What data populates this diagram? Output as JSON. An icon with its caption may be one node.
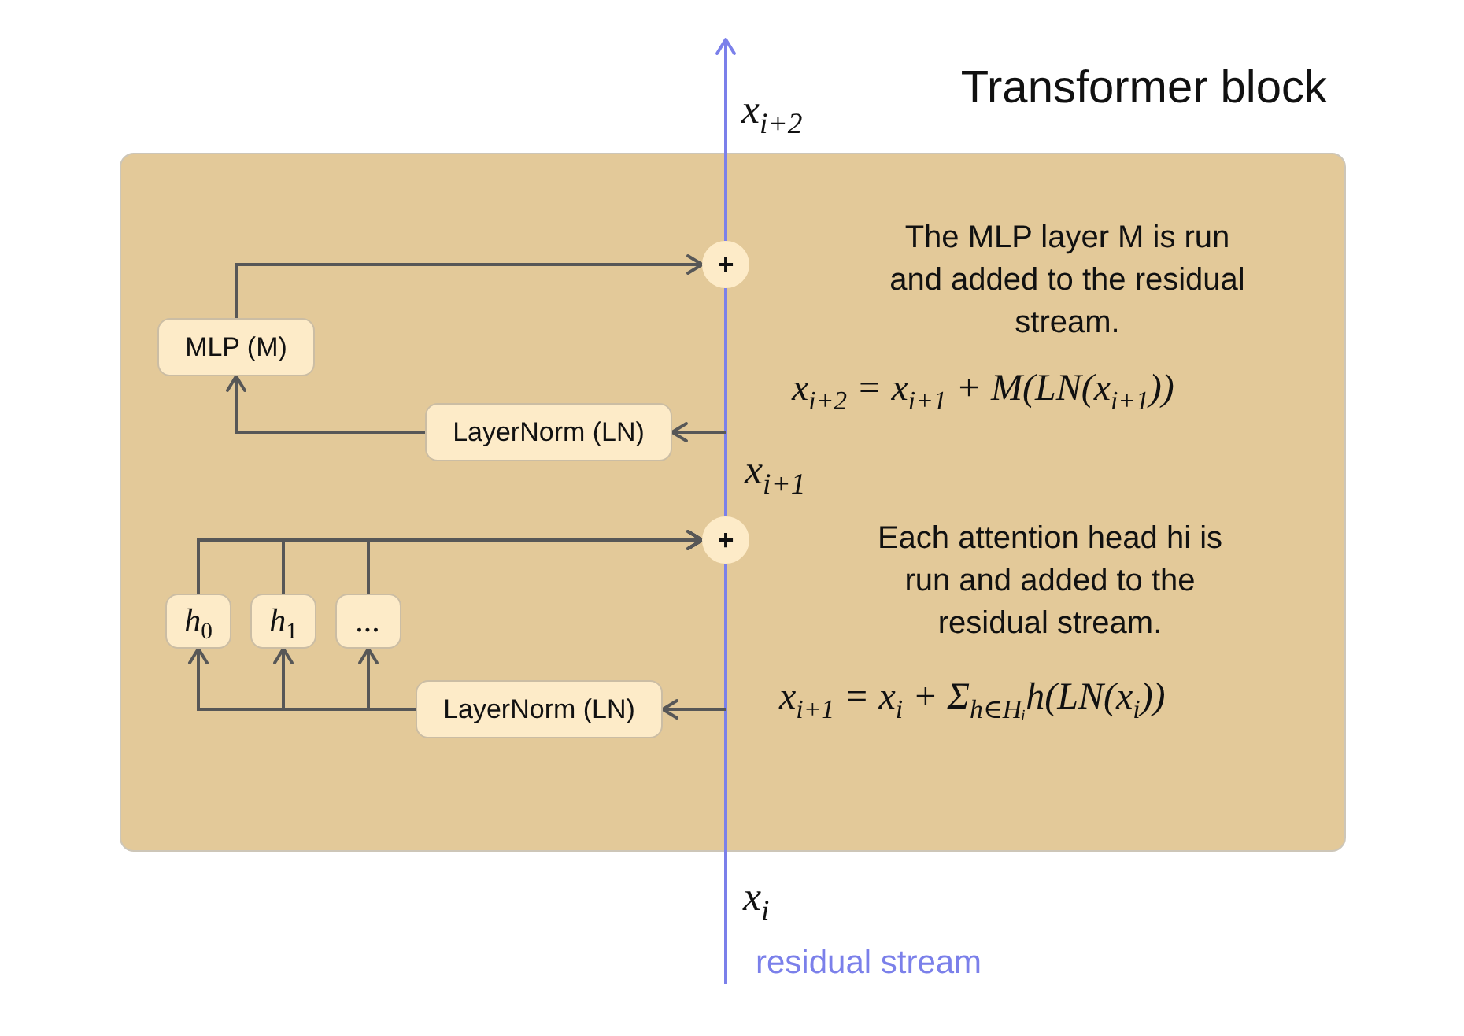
{
  "diagram": {
    "nodes": [
      {
        "text": [
          "Transformer block"
        ]
      },
      {
        "text": [
          "+"
        ],
        "in": 0
      },
      {
        "text": [
          "MLP (M)"
        ],
        "in": 0
      },
      {
        "text": [
          "LayerNorm (LN)"
        ],
        "in": 0
      },
      {
        "text": [
          "+"
        ],
        "in": 0
      },
      {
        "text": [
          "h$_{0}$"
        ],
        "in": 0
      },
      {
        "text": [
          "h$_{1}$"
        ],
        "in": 0
      },
      {
        "text": [
          "..."
        ],
        "in": 0
      },
      {
        "text": [
          "LayerNorm (LN)"
        ],
        "in": 0
      }
    ],
    "edges": [
      {
        "from": null,
        "to": 4,
        "arrow": "none",
        "color": "#7b80ea"
      },
      {
        "from": 4,
        "to": 1,
        "arrow": "none",
        "color": "#7b80ea"
      },
      {
        "from": 1,
        "to": null,
        "arrow": "to",
        "color": "#7b80ea"
      },
      {
        "from": null,
        "to": 3,
        "arrow": "to"
      },
      {
        "from": 3,
        "to": 2,
        "arrow": "to"
      },
      {
        "from": 2,
        "to": 1,
        "arrow": "to"
      },
      {
        "from": null,
        "to": 8,
        "arrow": "to"
      },
      {
        "from": 8,
        "to": 5,
        "arrow": "to"
      },
      {
        "from": 8,
        "to": 6,
        "arrow": "to"
      },
      {
        "from": 8,
        "to": 7,
        "arrow": "to"
      },
      {
        "from": 5,
        "to": 4,
        "arrow": "to"
      },
      {
        "from": 6,
        "to": 4,
        "arrow": "to"
      },
      {
        "from": 7,
        "to": 4,
        "arrow": "to"
      }
    ],
    "labels": [
      "x$_{i+2}$",
      "The MLP layer M is run and added to the residual stream.",
      "x$_{i+2}$ = x$_{i+1}$ + M(LN(x$_{i+1}$))",
      "x$_{i+1}$",
      "Each attention head hi is run and added to the residual stream.",
      "x$_{i+1}$ = x$_{i}$ + Σ$_{h∈Hᵢ}$h(LN(x$_{i}$))",
      "x$_{i}$",
      "residual stream"
    ]
  }
}
